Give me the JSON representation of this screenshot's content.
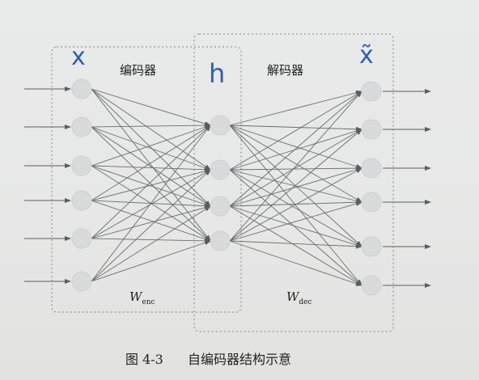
{
  "figure": {
    "encoder_label": "编码器",
    "decoder_label": "解码器",
    "w_enc_main": "W",
    "w_enc_sub": "enc",
    "w_dec_main": "W",
    "w_dec_sub": "dec",
    "caption_num": "图 4-3",
    "caption_text": "自编码器结构示意"
  },
  "handwritten": {
    "input_symbol": "x",
    "hidden_symbol": "h",
    "output_symbol": "x̃"
  },
  "network": {
    "input_count": 6,
    "hidden_count": 4,
    "output_count": 6
  },
  "colors": {
    "node": "#d9dadb",
    "edge": "#6b6c6e",
    "box": "#858585",
    "ink": "#2f5fae",
    "text": "#222222"
  }
}
